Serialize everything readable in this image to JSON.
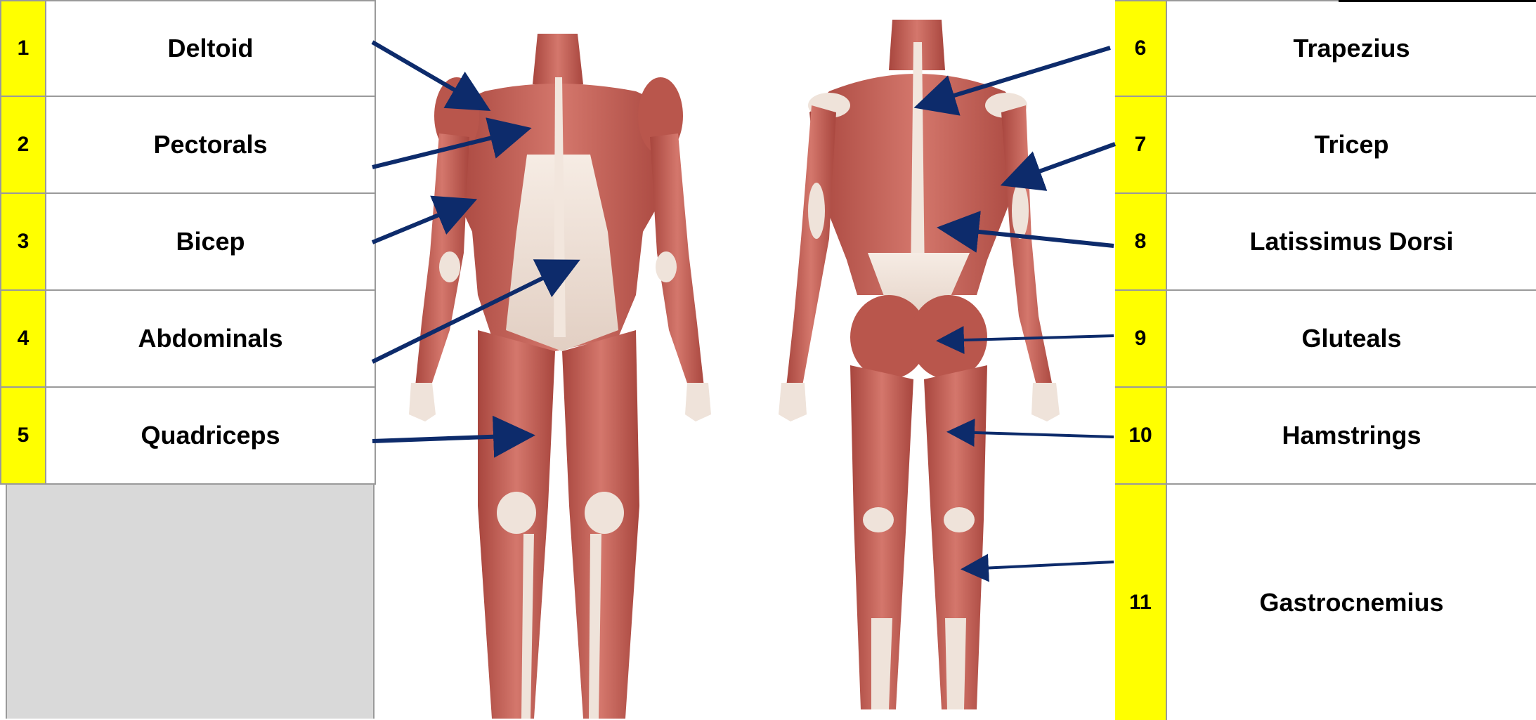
{
  "left_labels": [
    {
      "number": "1",
      "name": "Deltoid"
    },
    {
      "number": "2",
      "name": "Pectorals"
    },
    {
      "number": "3",
      "name": "Bicep"
    },
    {
      "number": "4",
      "name": "Abdominals"
    },
    {
      "number": "5",
      "name": "Quadriceps"
    }
  ],
  "right_labels": [
    {
      "number": "6",
      "name": "Trapezius"
    },
    {
      "number": "7",
      "name": "Tricep"
    },
    {
      "number": "8",
      "name": "Latissimus Dorsi"
    },
    {
      "number": "9",
      "name": "Gluteals"
    },
    {
      "number": "10",
      "name": "Hamstrings"
    },
    {
      "number": "11",
      "name": "Gastrocnemius"
    }
  ],
  "colors": {
    "number_cell": "#ffff00",
    "arrow": "#0d2b6b",
    "muscle": "#c9665c",
    "muscle_dark": "#a8463e",
    "tendon": "#efe3da",
    "filler": "#d9d9d9"
  }
}
